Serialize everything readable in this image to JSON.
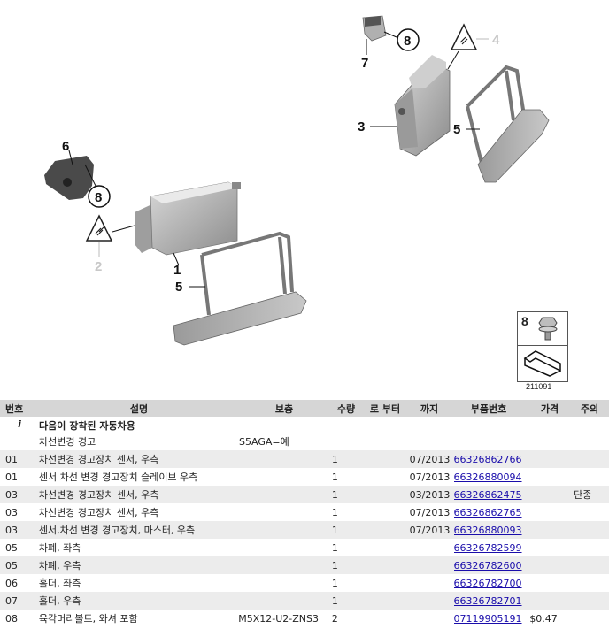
{
  "diagram": {
    "callouts": [
      "6",
      "8",
      "2",
      "1",
      "5",
      "7",
      "8",
      "4",
      "3",
      "5"
    ],
    "code": "211091",
    "legend_number": "8"
  },
  "table": {
    "headers": {
      "no": "번호",
      "desc": "설명",
      "supplement": "보충",
      "qty": "수량",
      "from": "로 부터",
      "to": "까지",
      "part_number": "부품번호",
      "price": "가격",
      "note": "주의"
    },
    "group": {
      "marker": "i",
      "title": "다음이 장착된 자동차용",
      "sub_desc": "차선변경 경고",
      "sub_supp": "S5AGA=예"
    },
    "rows": [
      {
        "no": "01",
        "desc": "차선변경 경고장치 센서, 우측",
        "supp": "",
        "qty": "1",
        "from": "",
        "to": "07/2013",
        "pn": "66326862766",
        "price": "",
        "note": ""
      },
      {
        "no": "01",
        "desc": "센서 차선 변경 경고장치 슬레이브 우측",
        "supp": "",
        "qty": "1",
        "from": "",
        "to": "07/2013",
        "pn": "66326880094",
        "price": "",
        "note": ""
      },
      {
        "no": "03",
        "desc": "차선변경 경고장치 센서, 우측",
        "supp": "",
        "qty": "1",
        "from": "",
        "to": "03/2013",
        "pn": "66326862475",
        "price": "",
        "note": "단종"
      },
      {
        "no": "03",
        "desc": "차선변경 경고장치 센서, 우측",
        "supp": "",
        "qty": "1",
        "from": "",
        "to": "07/2013",
        "pn": "66326862765",
        "price": "",
        "note": ""
      },
      {
        "no": "03",
        "desc": "센서,차선 변경 경고장치, 마스터, 우측",
        "supp": "",
        "qty": "1",
        "from": "",
        "to": "07/2013",
        "pn": "66326880093",
        "price": "",
        "note": ""
      },
      {
        "no": "05",
        "desc": "차폐, 좌측",
        "supp": "",
        "qty": "1",
        "from": "",
        "to": "",
        "pn": "66326782599",
        "price": "",
        "note": ""
      },
      {
        "no": "05",
        "desc": "차폐, 우측",
        "supp": "",
        "qty": "1",
        "from": "",
        "to": "",
        "pn": "66326782600",
        "price": "",
        "note": ""
      },
      {
        "no": "06",
        "desc": "홀더, 좌측",
        "supp": "",
        "qty": "1",
        "from": "",
        "to": "",
        "pn": "66326782700",
        "price": "",
        "note": ""
      },
      {
        "no": "07",
        "desc": "홀더, 우측",
        "supp": "",
        "qty": "1",
        "from": "",
        "to": "",
        "pn": "66326782701",
        "price": "",
        "note": ""
      },
      {
        "no": "08",
        "desc": "육각머리볼트, 와셔 포함",
        "supp": "M5X12-U2-ZNS3",
        "qty": "2",
        "from": "",
        "to": "",
        "pn": "07119905191",
        "price": "$0.47",
        "note": ""
      }
    ]
  }
}
